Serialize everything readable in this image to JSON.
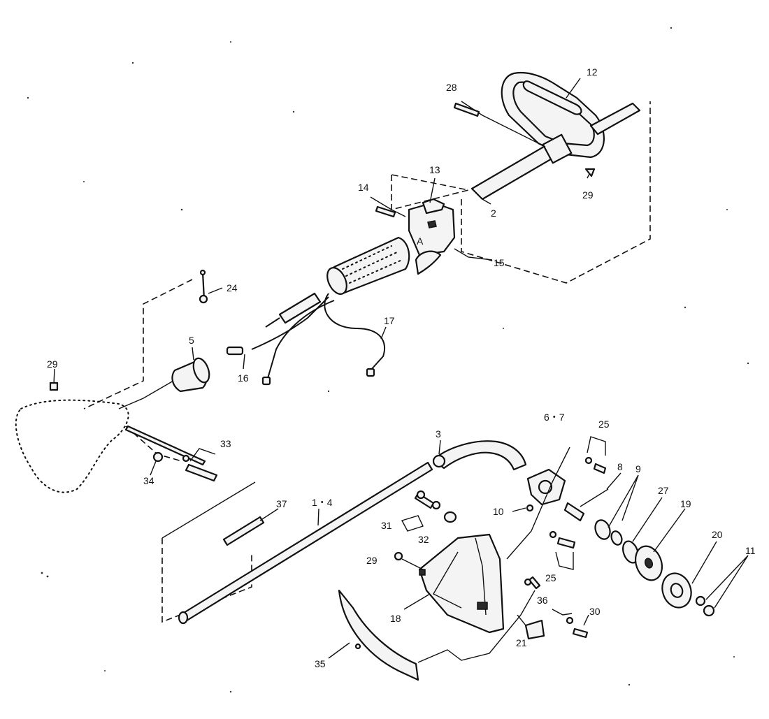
{
  "labels": {
    "l12": "12",
    "l28": "28",
    "l13": "13",
    "l14": "14",
    "l2": "2",
    "l29a": "29",
    "l15": "15",
    "l24": "24",
    "l17": "17",
    "l5": "5",
    "l29b": "29",
    "l16": "16",
    "l33": "33",
    "l34": "34",
    "l3": "3",
    "l67": "6・7",
    "l25a": "25",
    "l8": "8",
    "l9": "9",
    "l27": "27",
    "l19": "19",
    "l37": "37",
    "l14b": "1・4",
    "l10": "10",
    "l31": "31",
    "l32": "32",
    "l29c": "29",
    "l25b": "25",
    "l20": "20",
    "l11": "11",
    "l36": "36",
    "l30": "30",
    "l18": "18",
    "l21": "21",
    "l35": "35",
    "lA": "A"
  }
}
